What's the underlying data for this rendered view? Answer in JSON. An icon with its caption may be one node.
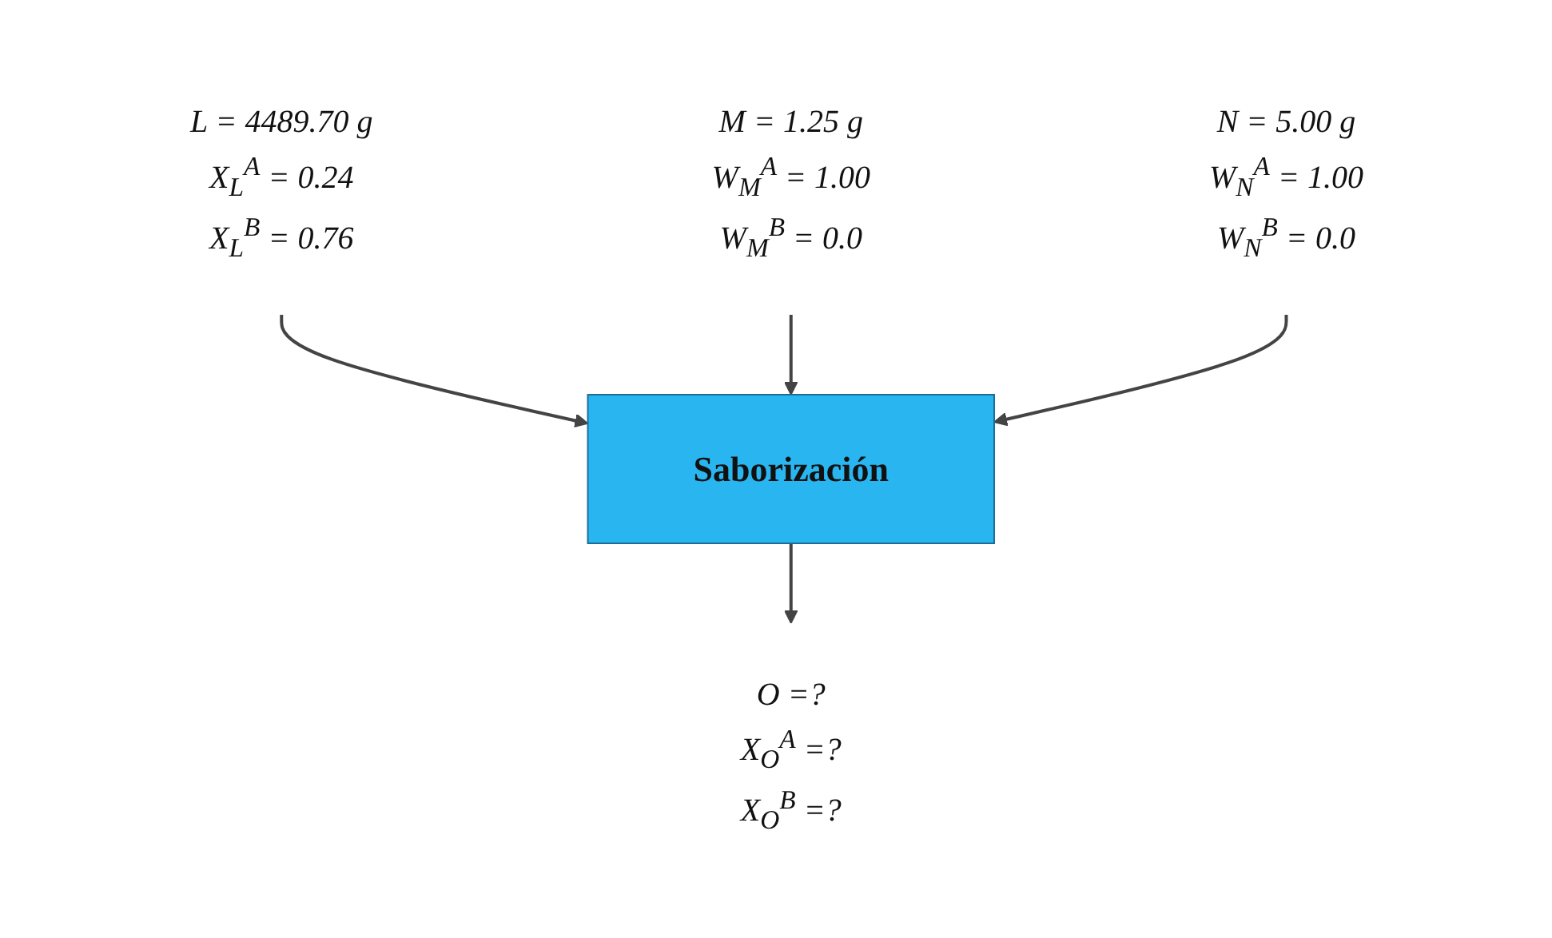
{
  "diagram": {
    "nodes": [
      {
        "text": [
          "L = 4489.70 g",
          "X$_{L}$$^{A}$ = 0.24",
          "X$_{L}$$^{B}$ = 0.76"
        ]
      },
      {
        "text": [
          "M = 1.25 g",
          "W$_{M}$$^{A}$ = 1.00",
          "W$_{M}$$^{B}$ = 0.0"
        ]
      },
      {
        "text": [
          "Saborización"
        ]
      },
      {
        "text": [
          "N = 5.00 g",
          "W$_{N}$$^{A}$ = 1.00",
          "W$_{N}$$^{B}$ = 0.0"
        ]
      },
      {
        "text": [
          "O =?",
          "X$_{O}$$^{A}$ =?",
          "X$_{O}$$^{B}$ =?"
        ]
      }
    ],
    "edges": [
      {
        "from": 0,
        "to": 2,
        "arrow": "to"
      },
      {
        "from": 1,
        "to": 2,
        "arrow": "to"
      },
      {
        "from": 3,
        "to": 2,
        "arrow": "to"
      },
      {
        "from": 2,
        "to": 4,
        "arrow": "to"
      }
    ]
  }
}
